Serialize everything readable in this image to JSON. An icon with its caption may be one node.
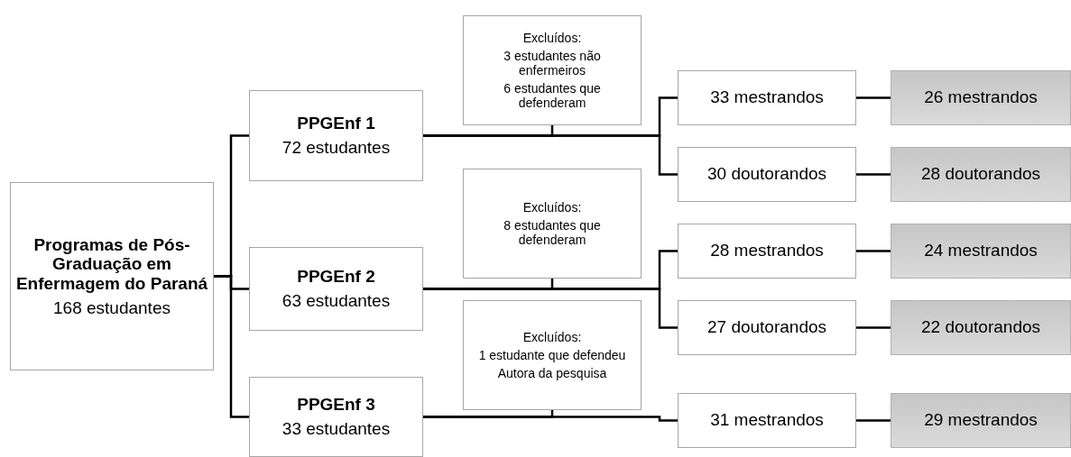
{
  "diagram": {
    "nodes": [
      {
        "text": [
          "Programas de Pós-Graduação em Enfermagem do Paraná",
          "168 estudantes"
        ]
      },
      {
        "text": [
          "PPGEnf 1",
          "72 estudantes"
        ]
      },
      {
        "text": [
          "Excluídos:",
          "3 estudantes não enfermeiros",
          "6 estudantes que defenderam"
        ]
      },
      {
        "text": [
          "33 mestrandos"
        ]
      },
      {
        "text": [
          "26 mestrandos"
        ]
      },
      {
        "text": [
          "30 doutorandos"
        ]
      },
      {
        "text": [
          "28 doutorandos"
        ]
      },
      {
        "text": [
          "PPGEnf 2",
          "63 estudantes"
        ]
      },
      {
        "text": [
          "Excluídos:",
          "8 estudantes que defenderam"
        ]
      },
      {
        "text": [
          "28 mestrandos"
        ]
      },
      {
        "text": [
          "24 mestrandos"
        ]
      },
      {
        "text": [
          "27 doutorandos"
        ]
      },
      {
        "text": [
          "22 doutorandos"
        ]
      },
      {
        "text": [
          "PPGEnf 3",
          "33 estudantes"
        ]
      },
      {
        "text": [
          "Excluídos:",
          "1 estudante que defendeu",
          "Autora da pesquisa"
        ]
      },
      {
        "text": [
          "31 mestrandos"
        ]
      },
      {
        "text": [
          "29 mestrandos"
        ]
      }
    ],
    "edges": [
      {
        "from": 0,
        "to": 1,
        "arrow": "none"
      },
      {
        "from": 0,
        "to": 7,
        "arrow": "none"
      },
      {
        "from": 0,
        "to": 13,
        "arrow": "none"
      },
      {
        "from": 1,
        "to": 2,
        "arrow": "none"
      },
      {
        "from": 1,
        "to": 3,
        "arrow": "none"
      },
      {
        "from": 1,
        "to": 5,
        "arrow": "none"
      },
      {
        "from": 3,
        "to": 4,
        "arrow": "none"
      },
      {
        "from": 5,
        "to": 6,
        "arrow": "none"
      },
      {
        "from": 7,
        "to": 8,
        "arrow": "none"
      },
      {
        "from": 7,
        "to": 9,
        "arrow": "none"
      },
      {
        "from": 7,
        "to": 11,
        "arrow": "none"
      },
      {
        "from": 9,
        "to": 10,
        "arrow": "none"
      },
      {
        "from": 11,
        "to": 12,
        "arrow": "none"
      },
      {
        "from": 13,
        "to": 14,
        "arrow": "none"
      },
      {
        "from": 13,
        "to": 15,
        "arrow": "none"
      },
      {
        "from": 15,
        "to": 16,
        "arrow": "none"
      }
    ]
  }
}
